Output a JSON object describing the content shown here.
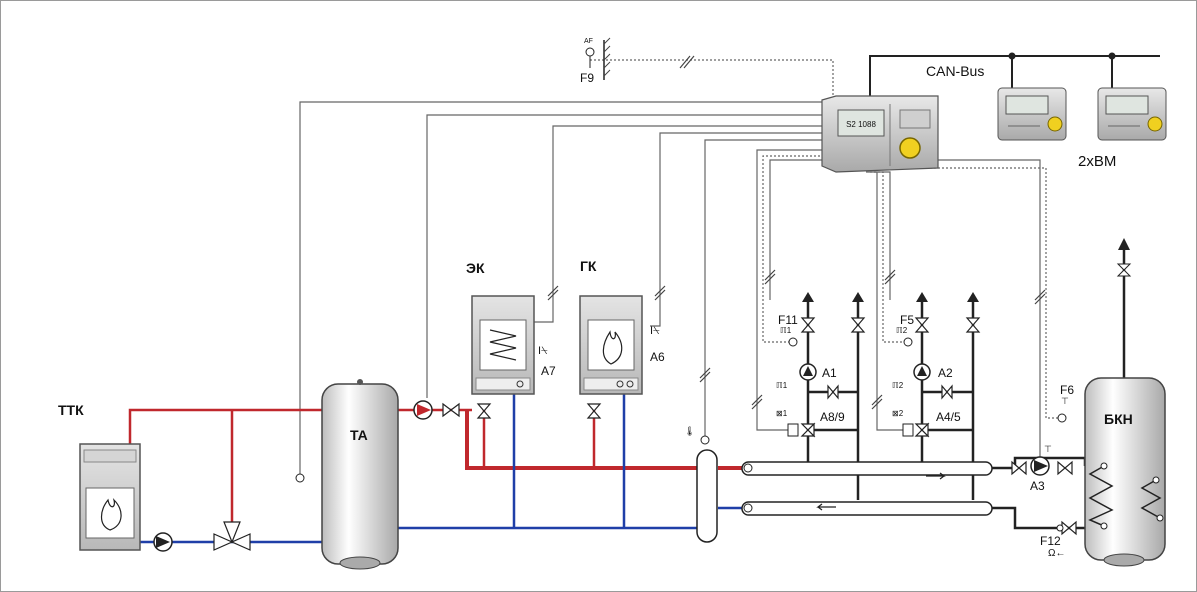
{
  "labels": {
    "solid_fuel_boiler": "ТТК",
    "buffer_tank": "ТА",
    "electric_boiler": "ЭК",
    "gas_boiler": "ГК",
    "dhw_tank": "БКН",
    "bus": "CAN-Bus",
    "room_units": "2хВМ",
    "sensor_outdoor": "F9",
    "sensor_outdoor_small": "AF",
    "out_a7": "A7",
    "out_a6": "A6",
    "sensor_f11": "F11",
    "sensor_f5": "F5",
    "sensor_f6": "F6",
    "sensor_f12": "F12",
    "pump_a1": "A1",
    "pump_a2": "A2",
    "mixer_a8_9": "A8/9",
    "mixer_a4_5": "A4/5",
    "pump_a3": "A3",
    "controller_display": "S2 1088"
  },
  "colors": {
    "supply": "#c0282d",
    "return": "#1f3fa8",
    "wire": "#555555",
    "pipe_dark": "#222222",
    "knob": "#f0d020"
  }
}
